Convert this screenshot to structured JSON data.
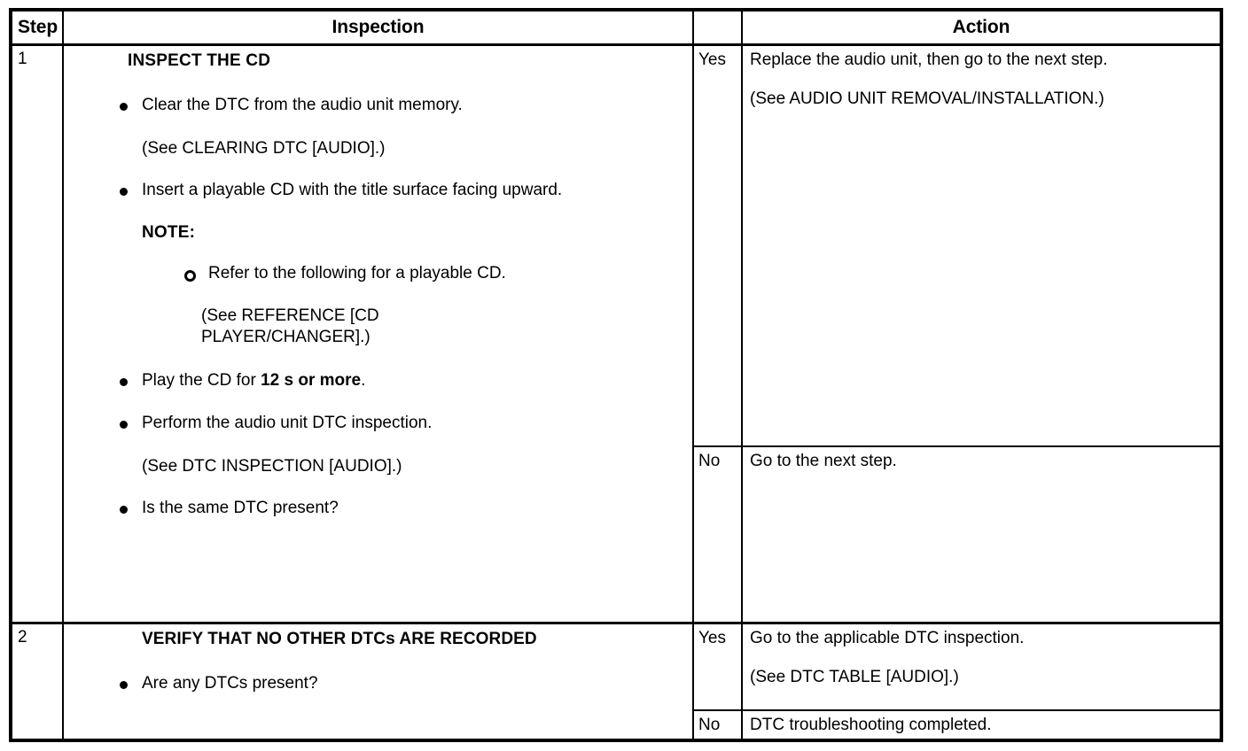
{
  "table": {
    "headers": {
      "step": "Step",
      "inspection": "Inspection",
      "yesno": "",
      "action": "Action"
    },
    "rows": [
      {
        "step": "1",
        "inspection": {
          "title": "INSPECT THE CD",
          "items": [
            {
              "bullet": "solid",
              "text": "Clear the DTC from the audio unit memory."
            },
            {
              "bullet": "none",
              "text": "(See CLEARING DTC [AUDIO].)"
            },
            {
              "bullet": "solid",
              "text": "Insert a playable CD with the title surface facing upward."
            },
            {
              "bullet": "none",
              "text": "NOTE:",
              "bold": true
            },
            {
              "bullet": "hollow",
              "text": "Refer to the following for a playable CD."
            },
            {
              "bullet": "none",
              "text": "(See REFERENCE [CD PLAYER/CHANGER].)"
            },
            {
              "bullet": "solid",
              "text": "Play the CD for 12 s or more.",
              "emphasis": "12 s or more"
            },
            {
              "bullet": "solid",
              "text": "Perform the audio unit DTC inspection."
            },
            {
              "bullet": "none",
              "text": "(See DTC INSPECTION [AUDIO].)"
            },
            {
              "bullet": "solid",
              "text": "Is the same DTC present?"
            }
          ]
        },
        "answers": [
          {
            "label": "Yes",
            "lines": [
              "Replace the audio unit, then go to the next step.",
              "(See AUDIO UNIT REMOVAL/INSTALLATION.)"
            ]
          },
          {
            "label": "No",
            "lines": [
              "Go to the next step."
            ]
          }
        ]
      },
      {
        "step": "2",
        "inspection": {
          "title": "VERIFY THAT NO OTHER DTCs ARE RECORDED",
          "items": [
            {
              "bullet": "solid",
              "text": "Are any DTCs present?"
            }
          ]
        },
        "answers": [
          {
            "label": "Yes",
            "lines": [
              "Go to the applicable DTC inspection.",
              "(See DTC TABLE [AUDIO].)"
            ]
          },
          {
            "label": "No",
            "lines": [
              "DTC troubleshooting completed."
            ]
          }
        ]
      }
    ]
  },
  "fragments": {
    "play_cd_prefix": "Play the CD for ",
    "play_cd_bold": "12 s or more",
    "play_cd_suffix": ".",
    "ref_line1": "(See REFERENCE [CD",
    "ref_line2": "PLAYER/CHANGER].)"
  },
  "colors": {
    "border": "#000000",
    "text": "#000000",
    "background": "#ffffff"
  }
}
